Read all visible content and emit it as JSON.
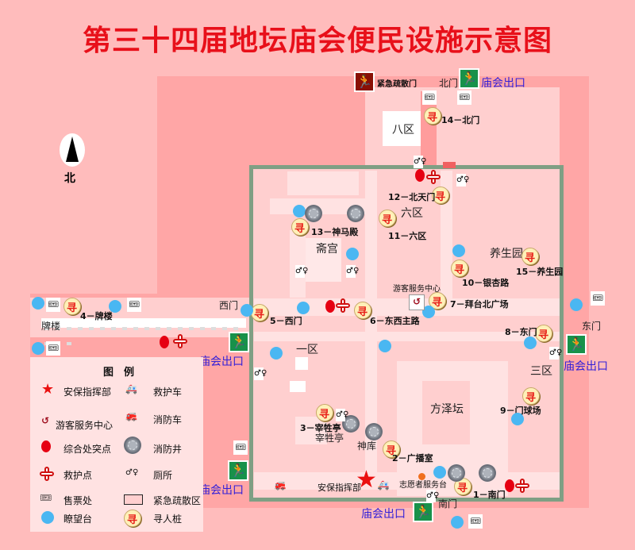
{
  "title": "第三十四届地坛庙会便民设施示意图",
  "compass": {
    "label": "北",
    "icon": "north-arrow-icon"
  },
  "colors": {
    "background": "#ffbcbc",
    "zone": "#ffa6a6",
    "wall": "#7f9f84",
    "title": "#e8101a",
    "exit_text": "#3320d8",
    "watchtower": "#4ab7f2",
    "exit_green": "#18914a"
  },
  "areas": {
    "zone8": "八区",
    "zone6": "六区",
    "zhaigong": "斋宫",
    "yangshengyuan": "养生园",
    "zone1": "一区",
    "zone3": "三区",
    "fangzetan": "方泽坛",
    "zaishengting": "宰牲亭",
    "shenku": "神库",
    "pailou": "牌楼",
    "visitor_center": "游客服务中心",
    "volunteer": "志愿者服务台",
    "security_hq": "安保指挥部"
  },
  "gates": {
    "north": "北门",
    "west": "西门",
    "east": "东门",
    "south": "南门"
  },
  "exits": {
    "label": "庙会出口",
    "emergency": "紧急疏散门"
  },
  "seek_points": [
    {
      "label": "1－南门"
    },
    {
      "label": "2－广播室"
    },
    {
      "label": "3－宰牲亭"
    },
    {
      "label": "4－牌楼"
    },
    {
      "label": "5－西门"
    },
    {
      "label": "6－东西主路"
    },
    {
      "label": "7－拜台北广场"
    },
    {
      "label": "8－东门"
    },
    {
      "label": "9－门球场"
    },
    {
      "label": "10－银杏路"
    },
    {
      "label": "11－六区"
    },
    {
      "label": "12－北天门"
    },
    {
      "label": "13－神马殿"
    },
    {
      "label": "14－北门"
    },
    {
      "label": "15－养生园"
    }
  ],
  "legend": {
    "title": "图　例",
    "items": [
      {
        "icon": "star-icon",
        "label": "安保指挥部"
      },
      {
        "icon": "ambulance-icon",
        "label": "救护车"
      },
      {
        "icon": "visitor-center-icon",
        "label": "游客服务中心"
      },
      {
        "icon": "fire-truck-icon",
        "label": "消防车"
      },
      {
        "icon": "red-dot-icon",
        "label": "综合处突点"
      },
      {
        "icon": "fire-hydrant-icon",
        "label": "消防井"
      },
      {
        "icon": "first-aid-icon",
        "label": "救护点"
      },
      {
        "icon": "toilet-icon",
        "label": "厕所"
      },
      {
        "icon": "ticket-icon",
        "label": "售票处"
      },
      {
        "icon": "evacuation-zone-icon",
        "label": "紧急疏散区"
      },
      {
        "icon": "watchtower-icon",
        "label": "瞭望台"
      },
      {
        "icon": "seek-person-icon",
        "label": "寻人桩"
      }
    ]
  }
}
